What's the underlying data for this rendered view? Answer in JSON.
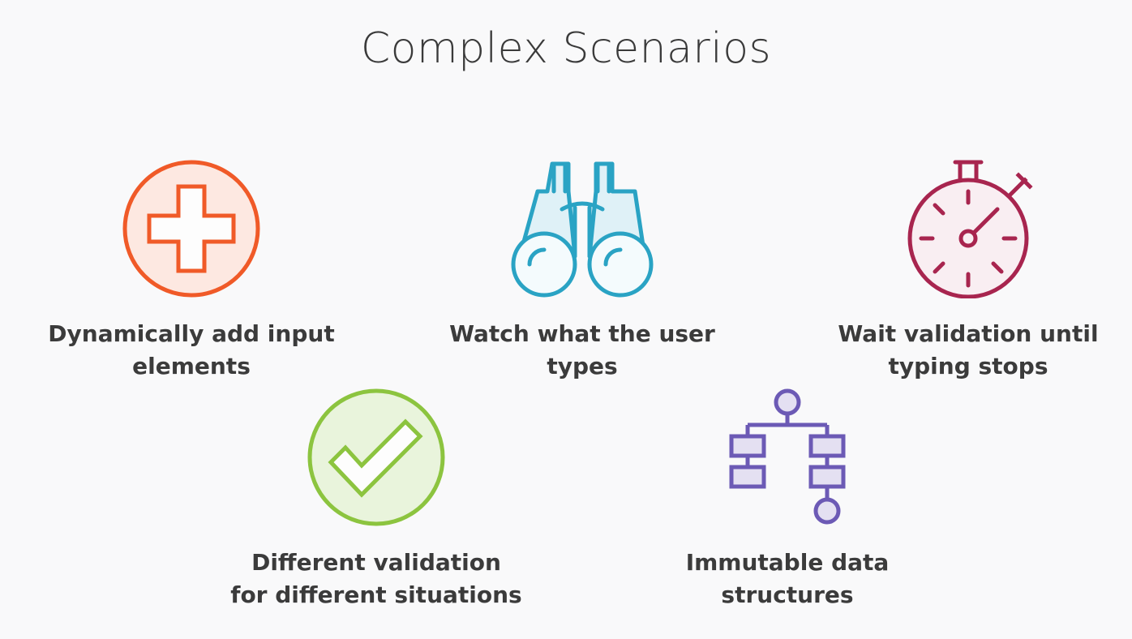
{
  "slide": {
    "title": "Complex Scenarios",
    "items": [
      {
        "icon": "plus-circle-icon",
        "color": "#f05a28",
        "line1": "Dynamically add input",
        "line2": "elements"
      },
      {
        "icon": "binoculars-icon",
        "color": "#2aa3c4",
        "line1": "Watch what the user",
        "line2": "types"
      },
      {
        "icon": "stopwatch-icon",
        "color": "#a8254f",
        "line1": "Wait validation until",
        "line2": "typing stops"
      },
      {
        "icon": "checkmark-circle-icon",
        "color": "#8cc43f",
        "line1": "Different validation",
        "line2": "for different situations"
      },
      {
        "icon": "flowchart-icon",
        "color": "#6c5ab5",
        "line1": "Immutable data",
        "line2": "structures"
      }
    ]
  }
}
